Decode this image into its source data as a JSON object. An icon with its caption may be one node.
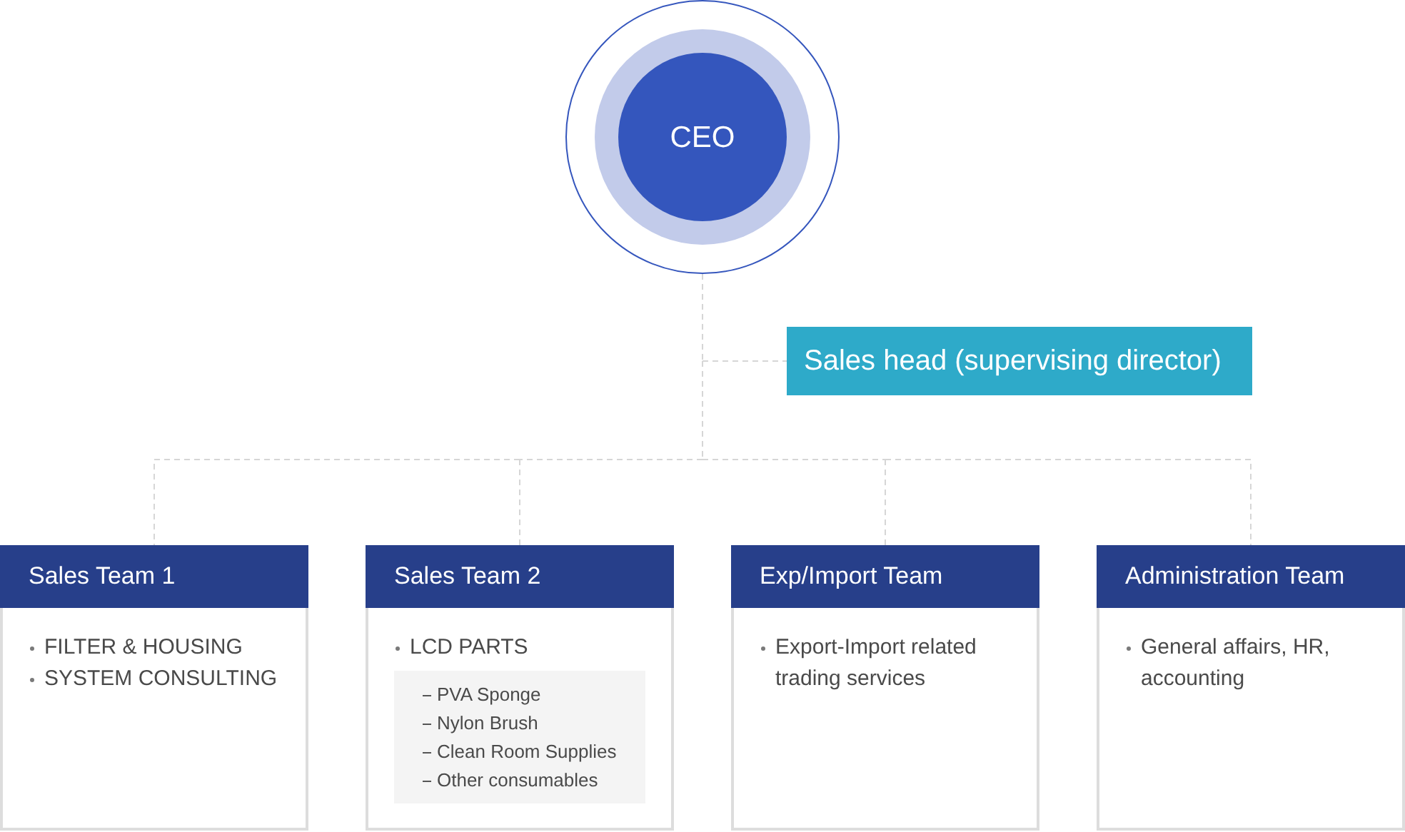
{
  "diagram": {
    "nodes": [
      {
        "text": [
          "CEO"
        ]
      },
      {
        "text": [
          "Sales head (supervising director)"
        ]
      },
      {
        "text": [
          "Sales Team 1",
          "FILTER & HOUSING",
          "SYSTEM CONSULTING"
        ]
      },
      {
        "text": [
          "Sales Team 2",
          "LCD PARTS"
        ]
      },
      {
        "text": [
          "PVA Sponge",
          "Nylon Brush",
          "Clean Room Supplies",
          "Other consumables"
        ],
        "in": 3
      },
      {
        "text": [
          "Exp/Import Team",
          "Export-Import related trading services"
        ]
      },
      {
        "text": [
          "Administration Team",
          "General affairs, HR, accounting"
        ]
      }
    ],
    "edges": [
      {
        "from": 0,
        "to": 1,
        "arrow": "none",
        "style": "dashed"
      },
      {
        "from": 0,
        "to": 2,
        "arrow": "none",
        "style": "dashed"
      },
      {
        "from": 0,
        "to": 3,
        "arrow": "none",
        "style": "dashed"
      },
      {
        "from": 0,
        "to": 5,
        "arrow": "none",
        "style": "dashed"
      },
      {
        "from": 0,
        "to": 6,
        "arrow": "none",
        "style": "dashed"
      }
    ]
  }
}
